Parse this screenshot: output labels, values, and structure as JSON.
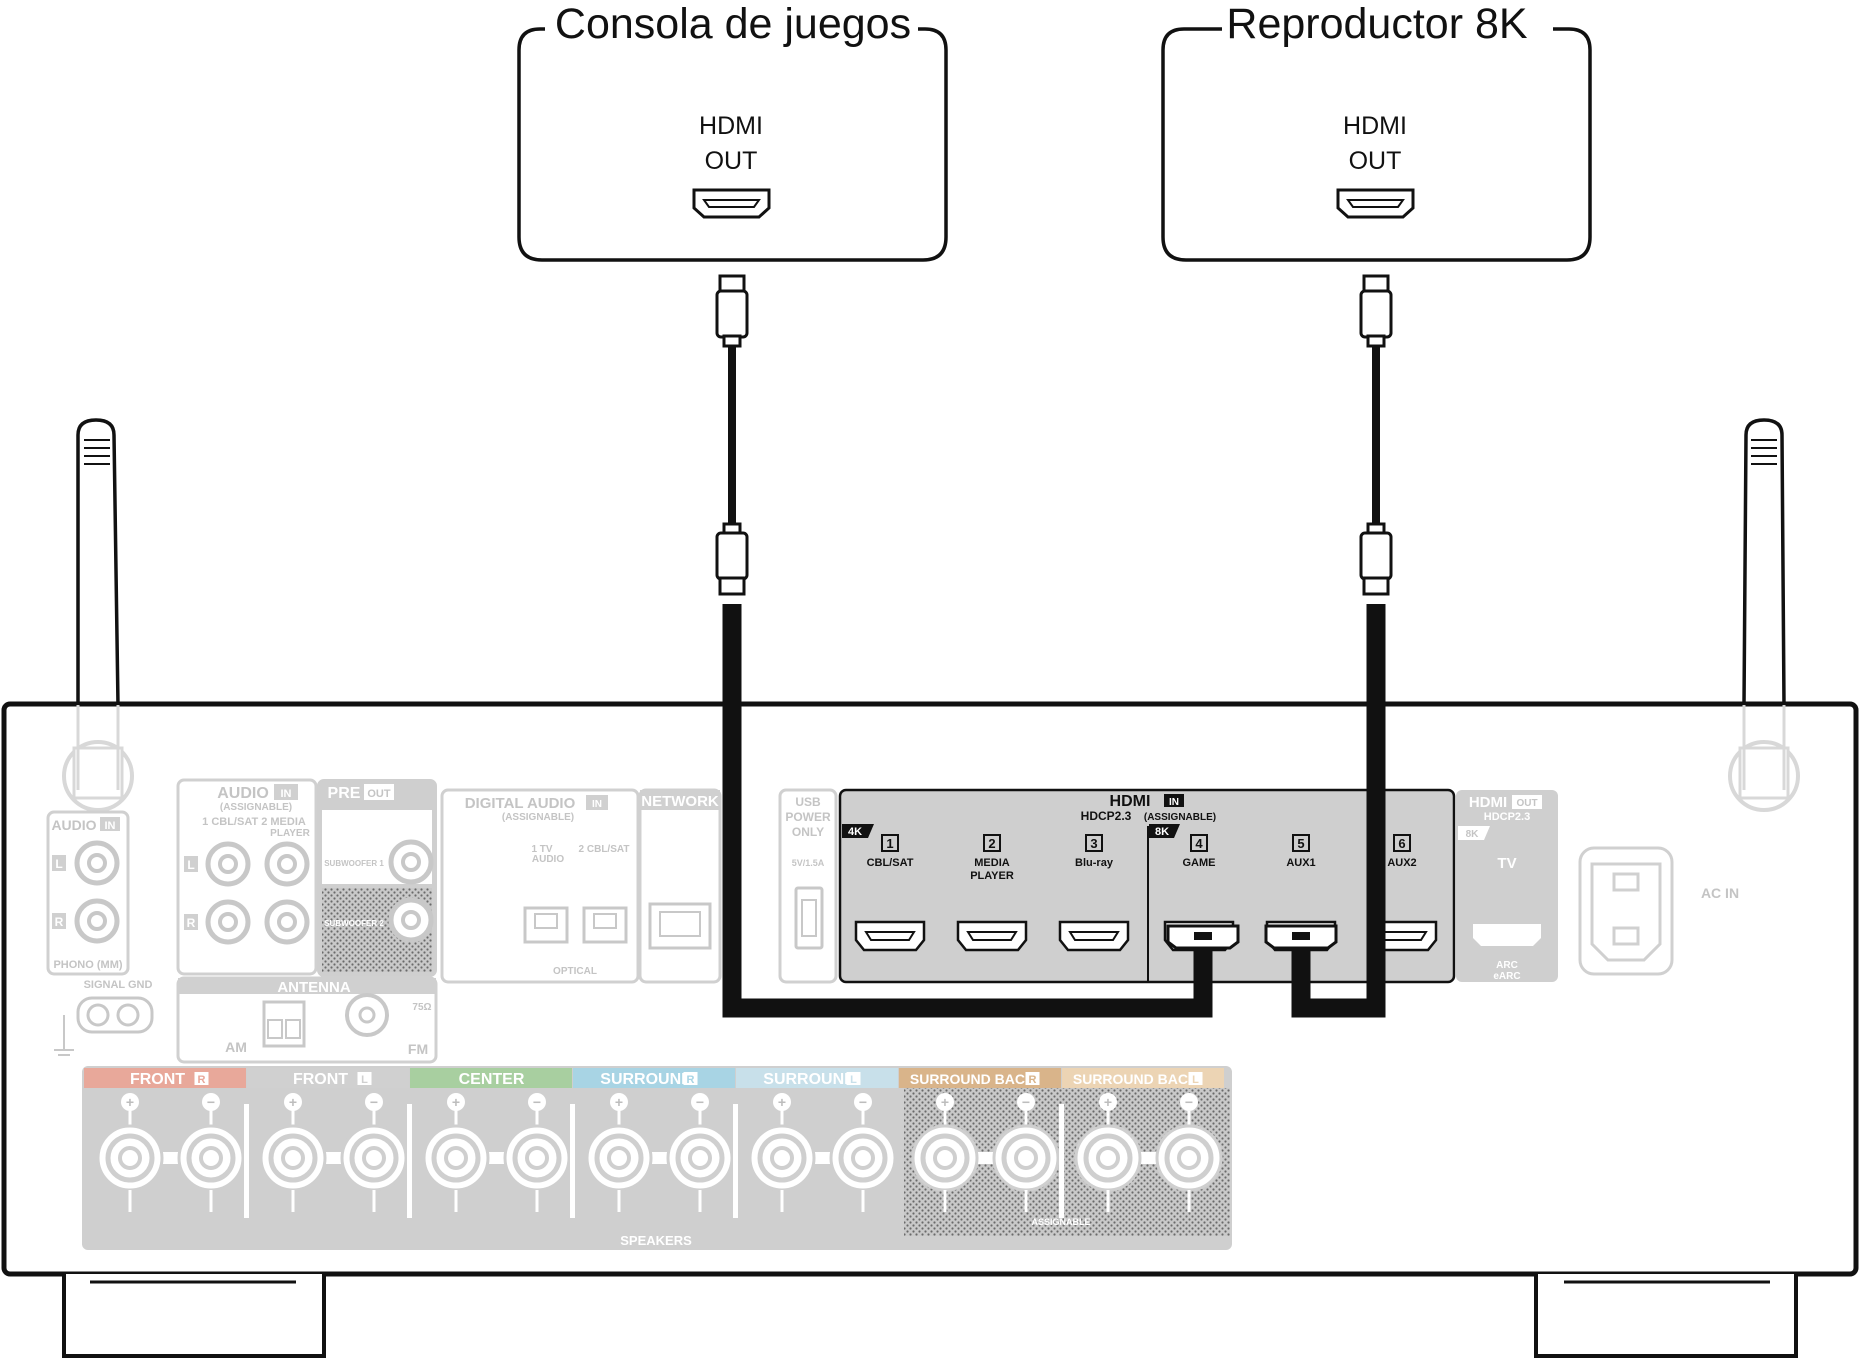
{
  "devices": {
    "console": {
      "title": "Consola de juegos",
      "port_line1": "HDMI",
      "port_line2": "OUT"
    },
    "player8k": {
      "title": "Reproductor 8K",
      "port_line1": "HDMI",
      "port_line2": "OUT"
    }
  },
  "receiver": {
    "audio_in": {
      "title": "AUDIO",
      "badge": "IN",
      "l": "L",
      "r": "R",
      "caption": "PHONO (MM)"
    },
    "signal_gnd": "SIGNAL GND",
    "audio_assignable": {
      "title": "AUDIO",
      "badge": "IN",
      "sub": "(ASSIGNABLE)",
      "inputs": "1 CBL/SAT  2  MEDIA",
      "player": "PLAYER",
      "l": "L",
      "r": "R"
    },
    "pre_out": {
      "title": "PRE",
      "badge": "OUT",
      "sub1": "SUBWOOFER 1",
      "sub2": "SUBWOOFER 2"
    },
    "digital_audio": {
      "title": "DIGITAL AUDIO",
      "badge": "IN",
      "sub": "(ASSIGNABLE)",
      "in1": "1   TV",
      "in1b": "AUDIO",
      "in2": "2 CBL/SAT",
      "caption": "OPTICAL"
    },
    "network": "NETWORK",
    "usb": {
      "l1": "USB",
      "l2": "POWER",
      "l3": "ONLY",
      "rating": "5V/1.5A"
    },
    "antenna": {
      "title": "ANTENNA",
      "am": "AM",
      "fm": "FM",
      "ohm": "75Ω"
    },
    "hdmi_in": {
      "title": "HDMI",
      "badge": "IN",
      "sub": "HDCP2.3",
      "assignable": "(ASSIGNABLE)",
      "tag_4k": "4K",
      "tag_8k": "8K",
      "ports": [
        {
          "num": "1",
          "name": "CBL/SAT",
          "name2": ""
        },
        {
          "num": "2",
          "name": "MEDIA",
          "name2": "PLAYER"
        },
        {
          "num": "3",
          "name": "Blu-ray",
          "name2": ""
        },
        {
          "num": "4",
          "name": "GAME",
          "name2": ""
        },
        {
          "num": "5",
          "name": "AUX1",
          "name2": ""
        },
        {
          "num": "6",
          "name": "AUX2",
          "name2": ""
        }
      ]
    },
    "hdmi_out": {
      "title": "HDMI",
      "badge": "OUT",
      "sub": "HDCP2.3",
      "tag": "8K",
      "name": "TV",
      "arc1": "ARC",
      "arc2": "eARC"
    },
    "ac_in": "AC IN",
    "speakers": {
      "caption": "SPEAKERS",
      "assignable": "ASSIGNABLE",
      "plus": "+",
      "minus": "−",
      "groups": [
        {
          "label": "FRONT",
          "side": "R",
          "color": "#e8a89a"
        },
        {
          "label": "FRONT",
          "side": "L",
          "color": "#d0d0d0"
        },
        {
          "label": "CENTER",
          "side": "",
          "color": "#a8cfa0"
        },
        {
          "label": "SURROUND",
          "side": "R",
          "color": "#a8d4e4"
        },
        {
          "label": "SURROUND",
          "side": "L",
          "color": "#c8e0ea"
        },
        {
          "label": "SURROUND BACK",
          "side": "R",
          "color": "#d9b48a"
        },
        {
          "label": "SURROUND BACK",
          "side": "L",
          "color": "#ecd4b4"
        }
      ]
    }
  }
}
